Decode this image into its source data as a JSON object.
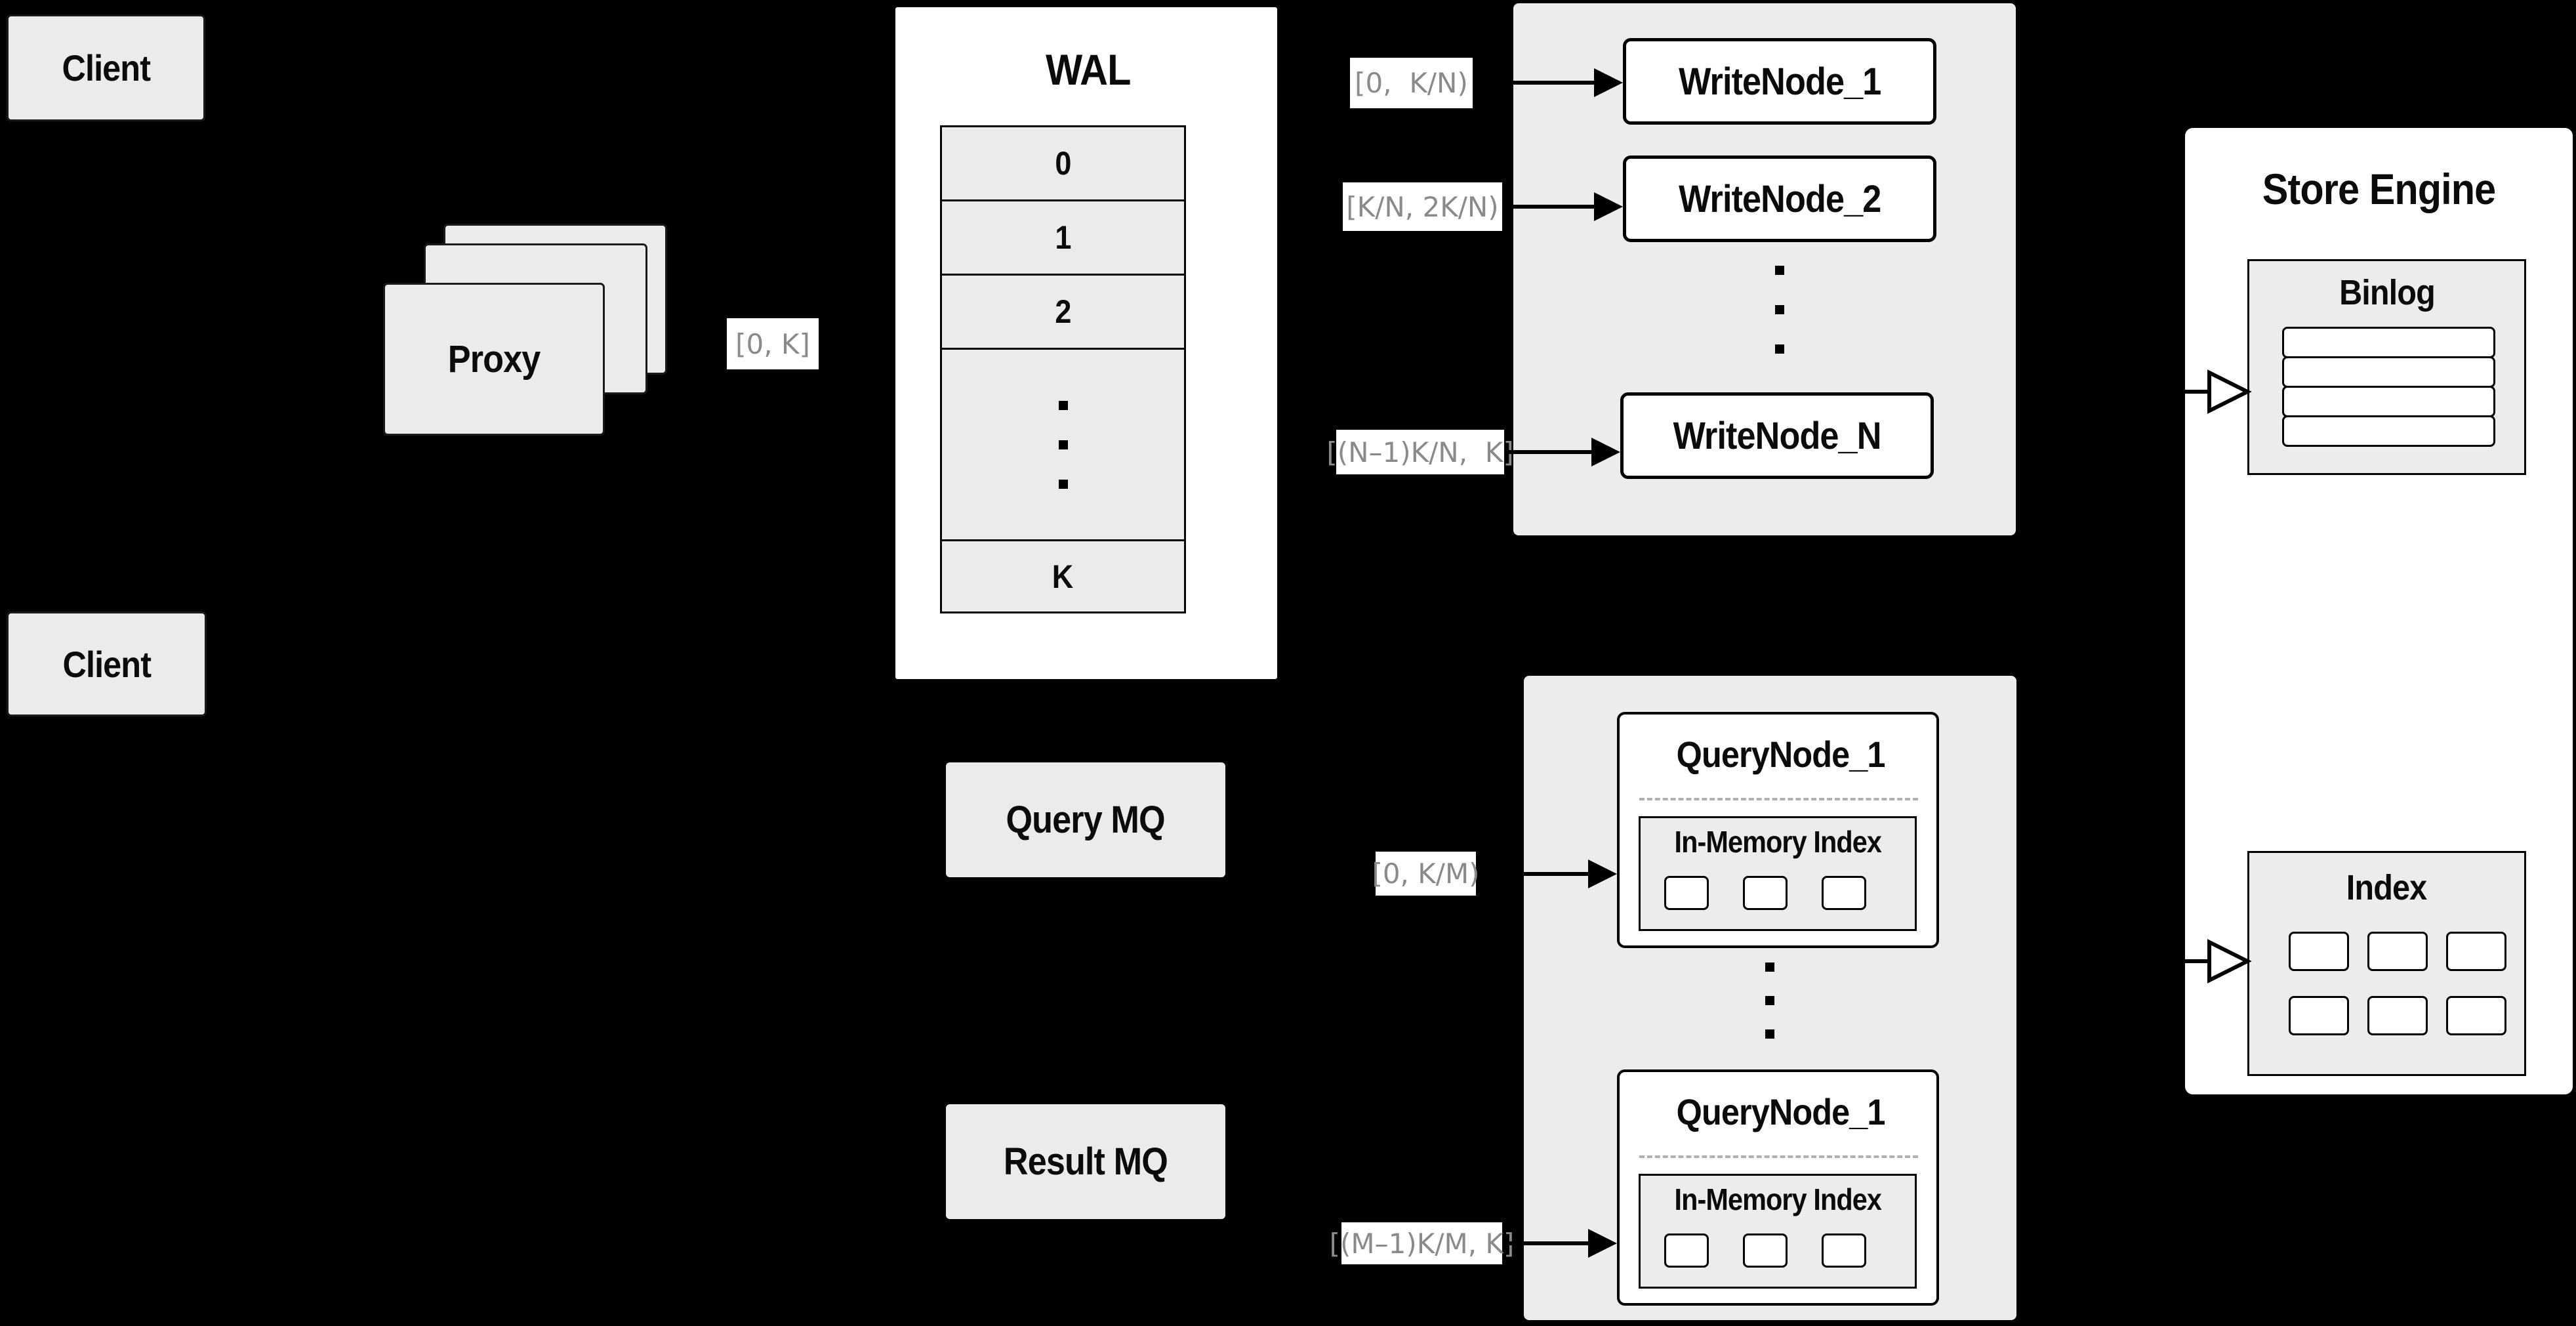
{
  "colors": {
    "background": "#000000",
    "block_fill": "#ebebeb",
    "container_fill": "#ececec",
    "node_fill": "#ffffff",
    "border": "#000000",
    "chip_text": "#8a8a8a"
  },
  "clients": {
    "top": "Client",
    "bottom": "Client"
  },
  "proxy": {
    "label": "Proxy"
  },
  "chips": {
    "proxy_range": "[0, K]",
    "write_1": "[0,  K/N)",
    "write_2": "[K/N, 2K/N)",
    "write_n": "[(N–1)K/N,  K]",
    "query_1": "[0, K/M)",
    "query_m": "[(M–1)K/M, K]"
  },
  "wal": {
    "title": "WAL",
    "rows": [
      "0",
      "1",
      "2"
    ],
    "last_row": "K"
  },
  "write_group": {
    "node_1": "WriteNode_1",
    "node_2": "WriteNode_2",
    "node_n": "WriteNode_N"
  },
  "queues": {
    "query": "Query MQ",
    "result": "Result MQ"
  },
  "query_group": {
    "node_top": {
      "title": "QueryNode_1",
      "memory_index": "In-Memory Index"
    },
    "node_bottom": {
      "title": "QueryNode_1",
      "memory_index": "In-Memory Index"
    }
  },
  "store_engine": {
    "title": "Store Engine",
    "binlog": "Binlog",
    "index": "Index"
  }
}
